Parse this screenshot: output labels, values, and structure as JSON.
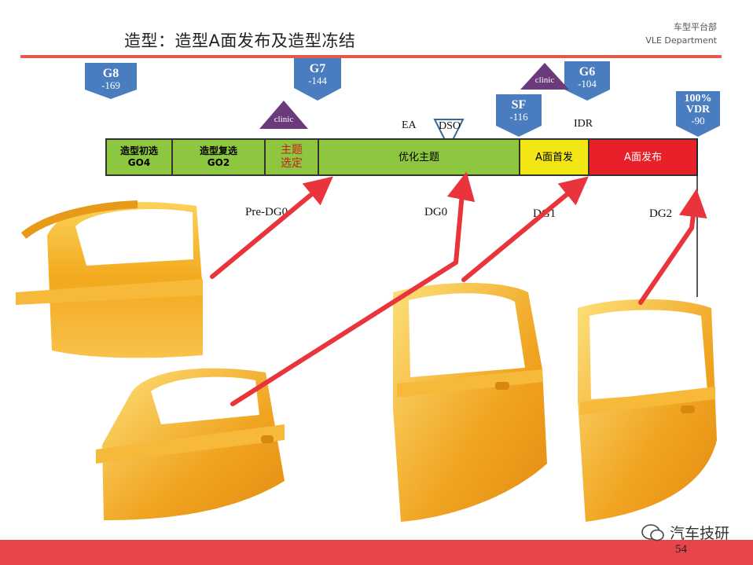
{
  "title": "造型：造型A面发布及造型冻结",
  "department": {
    "cn": "车型平台部",
    "en": "VLE Department"
  },
  "gates": [
    {
      "code": "G8",
      "num": "-169"
    },
    {
      "code": "G7",
      "num": "-144"
    },
    {
      "code": "SF",
      "num": "-116"
    },
    {
      "code": "G6",
      "num": "-104"
    },
    {
      "code": "100% VDR",
      "num": "-90"
    }
  ],
  "triangles": {
    "clinic1": "clinic",
    "clinic2": "clinic"
  },
  "milestones": {
    "ea": "EA",
    "dso": "DSO",
    "idr": "IDR"
  },
  "phases": [
    {
      "line1": "造型初选",
      "line2": "GO4"
    },
    {
      "line1": "造型复选",
      "line2": "GO2"
    },
    {
      "line1": "主题",
      "line2": "选定"
    },
    {
      "line1": "优化主题",
      "line2": ""
    },
    {
      "line1": "A面首发",
      "line2": ""
    },
    {
      "line1": "A面发布",
      "line2": ""
    }
  ],
  "design_gates": {
    "pre": "Pre-DG0",
    "dg0": "DG0",
    "dg1": "DG1",
    "dg2": "DG2"
  },
  "colors": {
    "accent_red": "#e8454b",
    "flag_blue": "#4a7cc0",
    "tri_purple": "#6b3a7a",
    "phase_green": "#8dc63f",
    "phase_yellow": "#f2e614",
    "phase_red": "#e8202a",
    "door_gold": "#f2a91e"
  },
  "watermark": "汽车技研",
  "page_number": "54"
}
